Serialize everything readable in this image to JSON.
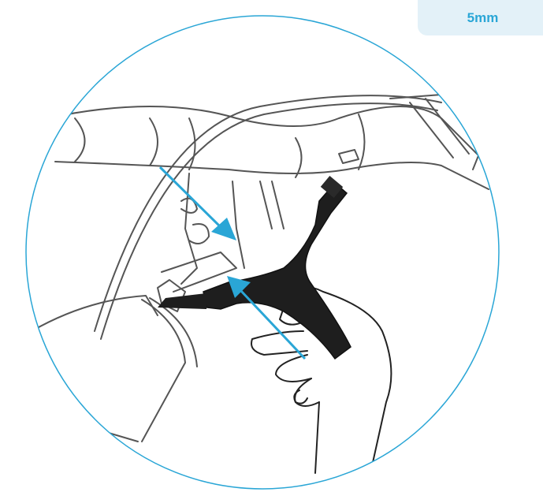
{
  "size_badge": {
    "label": "5mm"
  },
  "colors": {
    "accent": "#2aa6d6",
    "badge_bg": "#e3f1f8",
    "line": "#555555",
    "tool": "#1e1e1e"
  },
  "illustration": {
    "icons": [
      "handlebar",
      "hex-key-tool",
      "hand",
      "direction-arrow"
    ]
  }
}
